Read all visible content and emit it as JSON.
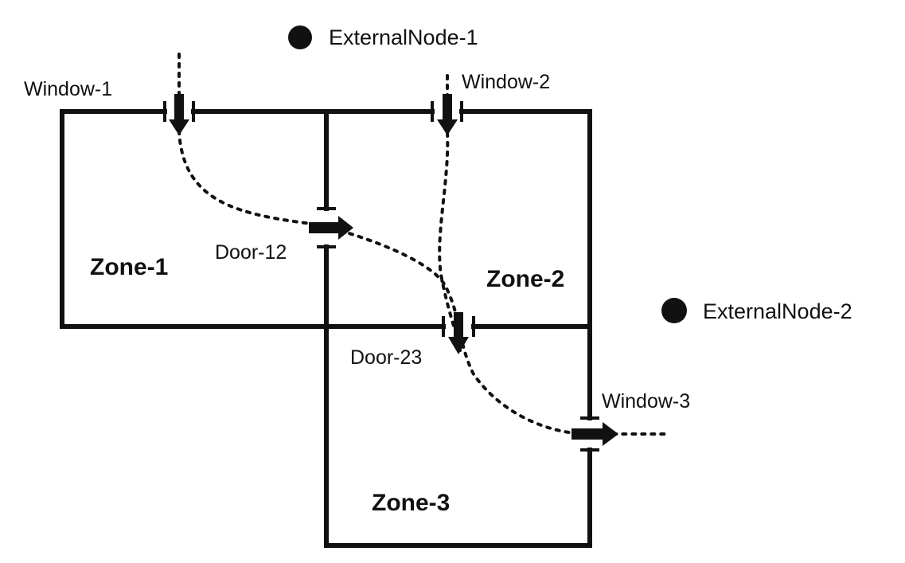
{
  "external_nodes": [
    {
      "id": "en1",
      "label": "ExternalNode-1"
    },
    {
      "id": "en2",
      "label": "ExternalNode-2"
    }
  ],
  "zones": [
    {
      "id": "z1",
      "label": "Zone-1"
    },
    {
      "id": "z2",
      "label": "Zone-2"
    },
    {
      "id": "z3",
      "label": "Zone-3"
    }
  ],
  "openings": [
    {
      "id": "w1",
      "type": "window",
      "label": "Window-1",
      "flow_direction": "down"
    },
    {
      "id": "w2",
      "type": "window",
      "label": "Window-2",
      "flow_direction": "down"
    },
    {
      "id": "w3",
      "type": "window",
      "label": "Window-3",
      "flow_direction": "right"
    },
    {
      "id": "d12",
      "type": "door",
      "label": "Door-12",
      "flow_direction": "right"
    },
    {
      "id": "d23",
      "type": "door",
      "label": "Door-23",
      "flow_direction": "down"
    }
  ],
  "airflow_paths": [
    {
      "id": "path-1",
      "route": [
        "ExternalNode-1",
        "Window-1",
        "Door-12",
        "Door-23",
        "Window-3",
        "ExternalNode-2"
      ]
    },
    {
      "id": "path-2",
      "route": [
        "ExternalNode-1",
        "Window-2",
        "Door-23",
        "Window-3",
        "ExternalNode-2"
      ]
    }
  ],
  "colors": {
    "line": "#111111",
    "background": "#ffffff"
  }
}
